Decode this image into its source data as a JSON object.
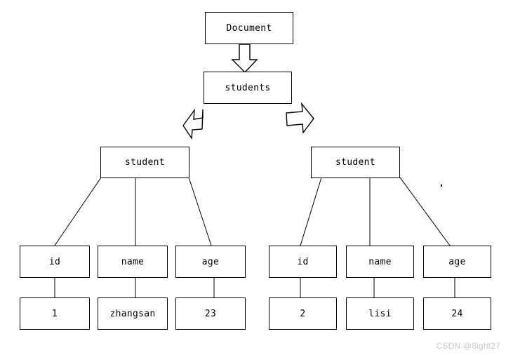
{
  "diagram": {
    "title_node": {
      "label": "Document"
    },
    "root_node": {
      "label": "students"
    },
    "branches": [
      {
        "parent": {
          "label": "student"
        },
        "fields": [
          {
            "label": "id",
            "value": "1"
          },
          {
            "label": "name",
            "value": "zhangsan"
          },
          {
            "label": "age",
            "value": "23"
          }
        ]
      },
      {
        "parent": {
          "label": "student"
        },
        "fields": [
          {
            "label": "id",
            "value": "2"
          },
          {
            "label": "name",
            "value": "lisi"
          },
          {
            "label": "age",
            "value": "24"
          }
        ]
      }
    ],
    "arrows": {
      "down_arrow": "down-block-arrow",
      "left_arrow": "left-block-arrow",
      "right_arrow": "right-block-arrow"
    },
    "colors": {
      "stroke": "#000000",
      "fill": "#ffffff",
      "watermark": "#c8c8c8"
    }
  },
  "watermark": {
    "text": "CSDN @8ight27"
  }
}
